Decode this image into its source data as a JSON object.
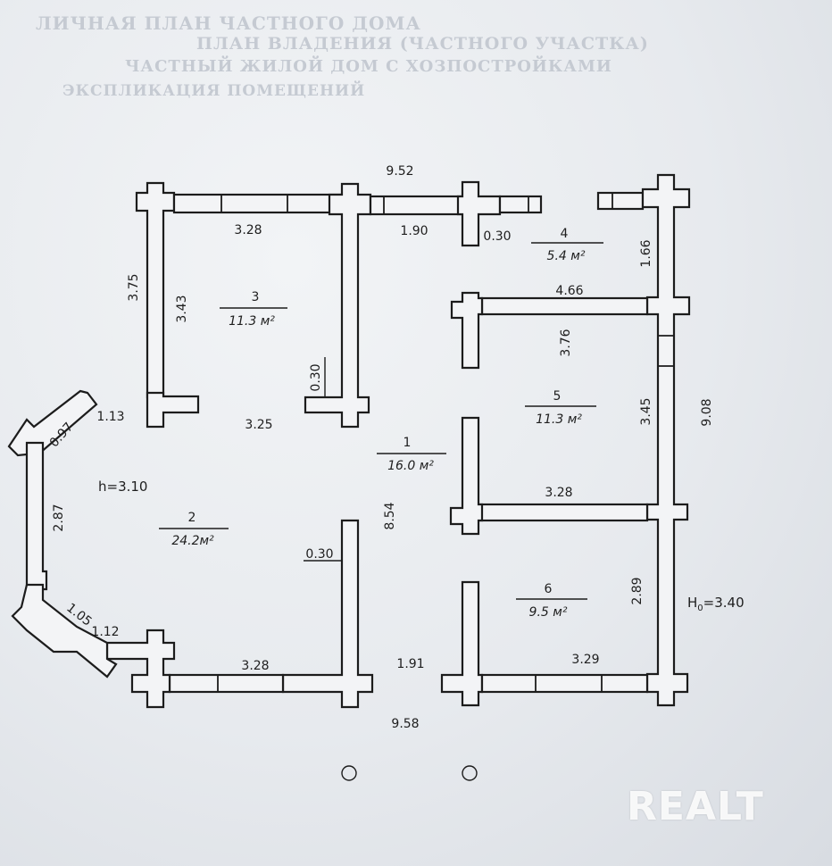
{
  "plan": {
    "overall": {
      "top_width": "9.52",
      "bottom_width": "9.58",
      "right_height": "9.08",
      "left_height": "8.54"
    },
    "ceiling": {
      "left": "h=3.10",
      "right": "H=3.40",
      "right_prefix": "H",
      "right_sub": "0",
      "right_value": "=3.40"
    },
    "rooms": [
      {
        "number": "1",
        "area": "16.0 м²"
      },
      {
        "number": "2",
        "area": "24.2м²"
      },
      {
        "number": "3",
        "area": "11.3 м²"
      },
      {
        "number": "4",
        "area": "5.4 м²"
      },
      {
        "number": "5",
        "area": "11.3 м²"
      },
      {
        "number": "6",
        "area": "9.5 м²"
      }
    ],
    "dimensions": {
      "room3_width": "3.28",
      "room3_inner_height": "3.43",
      "room3_outer_height": "3.75",
      "top_mid": "1.90",
      "top_wall": "0.30",
      "room4_height": "1.66",
      "room4_width": "4.66",
      "room5_height": "3.76",
      "room5_right": "3.45",
      "room5_width": "3.28",
      "partition": "0.30",
      "left_corner_top": "1.13",
      "bay_top": "0.97",
      "room1_width": "3.25",
      "bay_side": "2.87",
      "bay_bottom_diag": "1.05",
      "bay_bottom": "1.12",
      "room2_bottom": "3.28",
      "center_wall": "0.30",
      "door_gap": "1.91",
      "room6_height": "2.89",
      "room6_width": "3.29"
    }
  },
  "faded_lines": [
    "ЛИЧНАЯ ПЛАН ЧАСТНОГО ДОМА",
    "ПЛАН ВЛАДЕНИЯ (ЧАСТНОГО УЧАСТКА)",
    "ЧАСТНЫЙ ЖИЛОЙ ДОМ С ХОЗПОСТРОЙКАМИ",
    "ЭКСПЛИКАЦИЯ ПОМЕЩЕНИЙ"
  ],
  "watermark": "REALT"
}
